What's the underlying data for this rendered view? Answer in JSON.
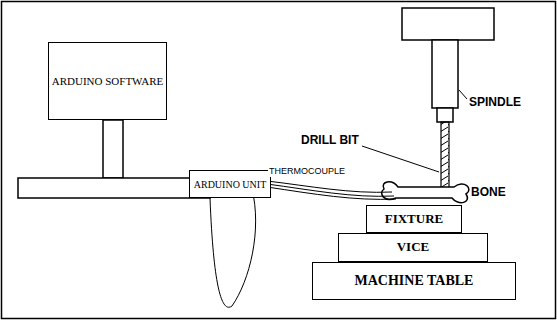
{
  "diagram": {
    "nodes": [
      {
        "text": [
          "ARDUINO SOFTWARE"
        ]
      },
      {
        "text": [
          "ARDUINO UNIT"
        ]
      },
      {
        "text": [
          "FIXTURE"
        ]
      },
      {
        "text": [
          "VICE"
        ]
      },
      {
        "text": [
          "MACHINE TABLE"
        ]
      }
    ],
    "labels": [
      "SPINDLE",
      "DRILL BIT",
      "THERMOCOUPLE",
      "BONE"
    ]
  }
}
